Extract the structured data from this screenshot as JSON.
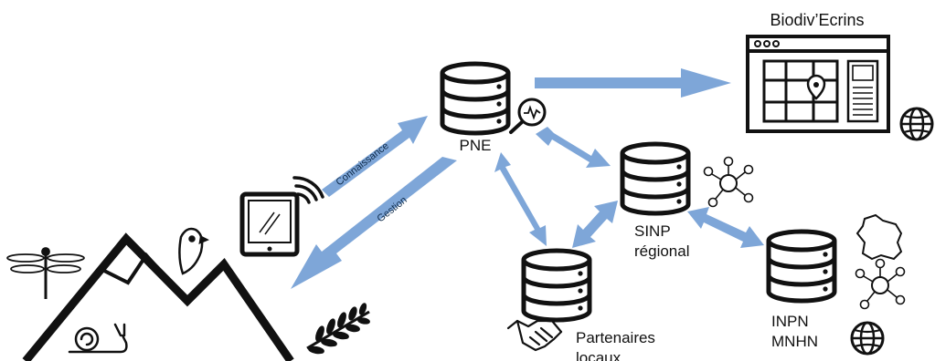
{
  "nodes": {
    "pne": {
      "label": "PNE"
    },
    "biodiv": {
      "label": "Biodiv’Ecrins"
    },
    "sinp": {
      "label_line1": "SINP",
      "label_line2": "régional"
    },
    "partenaires": {
      "label_line1": "Partenaires",
      "label_line2": "locaux"
    },
    "inpn": {
      "label_line1": "INPN",
      "label_line2": "MNHN"
    }
  },
  "arrows": {
    "connaissance": {
      "label": "Connaissance"
    },
    "gestion": {
      "label": "Gestion"
    }
  },
  "colors": {
    "arrow": "#7ea6d8",
    "stroke": "#111111",
    "background": "#ffffff"
  },
  "icons": [
    "database-icon",
    "magnifier-icon",
    "browser-map-icon",
    "globe-icon",
    "network-icon",
    "tablet-icon",
    "wifi-icon",
    "handshake-icon",
    "france-map-icon",
    "mountain-icon",
    "dragonfly-icon",
    "bird-icon",
    "snail-icon",
    "fern-icon"
  ]
}
